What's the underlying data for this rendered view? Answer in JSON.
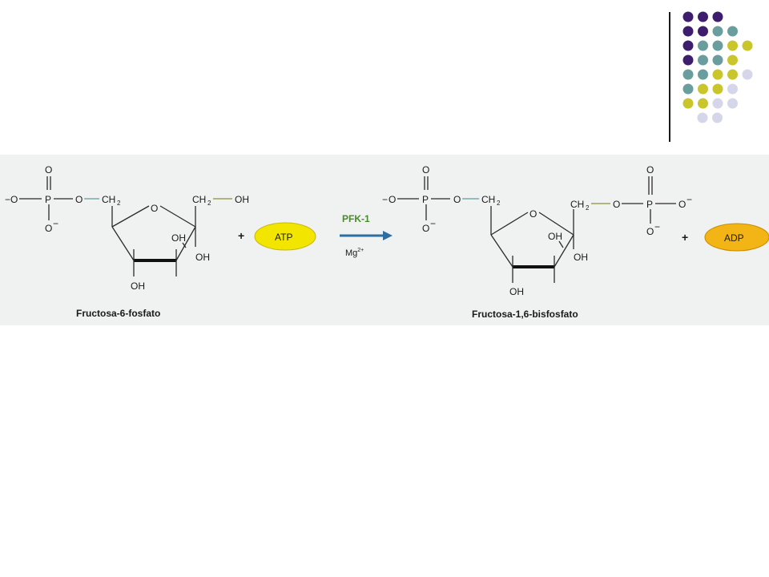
{
  "decor": {
    "dot_colors": {
      "purple": "#3f1d6e",
      "teal": "#6a9e9e",
      "olive": "#c8c62a",
      "lavender": "#d6d6ea"
    },
    "dot_rows": [
      [
        "purple",
        "purple",
        "purple"
      ],
      [
        "purple",
        "purple",
        "teal",
        "teal"
      ],
      [
        "purple",
        "teal",
        "teal",
        "olive",
        "olive"
      ],
      [
        "purple",
        "teal",
        "teal",
        "olive"
      ],
      [
        "teal",
        "teal",
        "olive",
        "olive",
        "lavender"
      ],
      [
        "teal",
        "olive",
        "olive",
        "lavender"
      ],
      [
        "olive",
        "olive",
        "lavender",
        "lavender"
      ],
      [
        "lavender",
        "lavender"
      ]
    ]
  },
  "reaction": {
    "reactant_name": "Fructosa-6-fosfato",
    "product_name": "Fructosa-1,6-bisfosfato",
    "cofactor_in": "ATP",
    "cofactor_out": "ADP",
    "enzyme": "PFK-1",
    "ion": "Mg",
    "ion_charge": "2+",
    "plus": "+",
    "atoms": {
      "O": "O",
      "P": "P",
      "OH": "OH",
      "CH": "CH",
      "sub2": "2",
      "minus": "−"
    },
    "colors": {
      "enzyme": "#4a8a2a",
      "arrow": "#2f6ea0",
      "atp_fill": "#f2e600",
      "adp_fill": "#f2b515"
    }
  }
}
